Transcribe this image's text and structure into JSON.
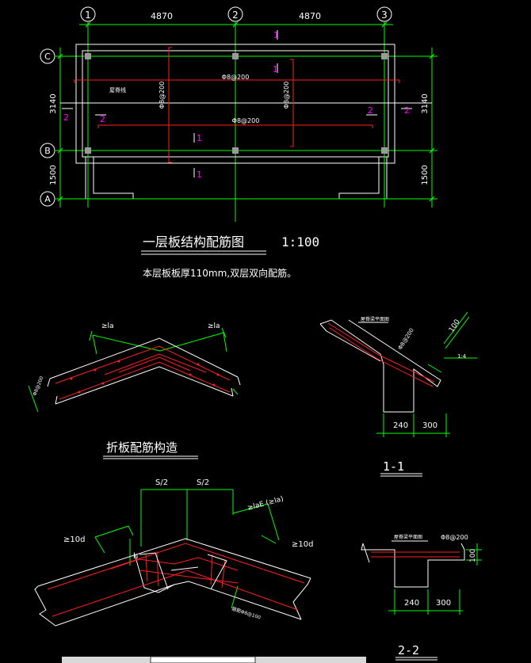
{
  "plan": {
    "axes_top": [
      "1",
      "2",
      "3"
    ],
    "axes_left": [
      "C",
      "B",
      "A"
    ],
    "dim_top": [
      "4870",
      "4870"
    ],
    "dim_left": [
      "3140",
      "1500"
    ],
    "dim_right": [
      "3140",
      "1500"
    ],
    "rebar_labels": [
      "Φ8@200",
      "Φ8@200",
      "Φ8@200",
      "Φ8@200"
    ],
    "tiny_label": "屋脊线",
    "section_marks": [
      "1",
      "1",
      "1",
      "1",
      "2",
      "2",
      "2",
      "2"
    ],
    "title": "一层板结构配筋图",
    "scale": "1:100",
    "note": "本层板板厚110mm,双层双向配筋。"
  },
  "fold_detail": {
    "la_left": "≥la",
    "la_right": "≥la",
    "bar_label": "Φ8@200",
    "title": "折板配筋构造"
  },
  "section_1": {
    "label": "屋脊梁平面图",
    "rebar": "Φ8@200",
    "dim_100": "100",
    "dim_slope": "1:4",
    "dims": [
      "240",
      "300"
    ],
    "title": "1-1"
  },
  "fold_detail_2": {
    "s_half": [
      "S/2",
      "S/2"
    ],
    "lae": "≥laE (≥la)",
    "ten_d_left": "≥10d",
    "ten_d_right": "≥10d",
    "h_mark": "h",
    "stirrup": "箍筋Φ8@100"
  },
  "section_2": {
    "label": "屋脊梁平面图",
    "rebar": "Φ8@200",
    "dim_100": "100",
    "dims": [
      "240",
      "300"
    ],
    "title": "2-2"
  }
}
